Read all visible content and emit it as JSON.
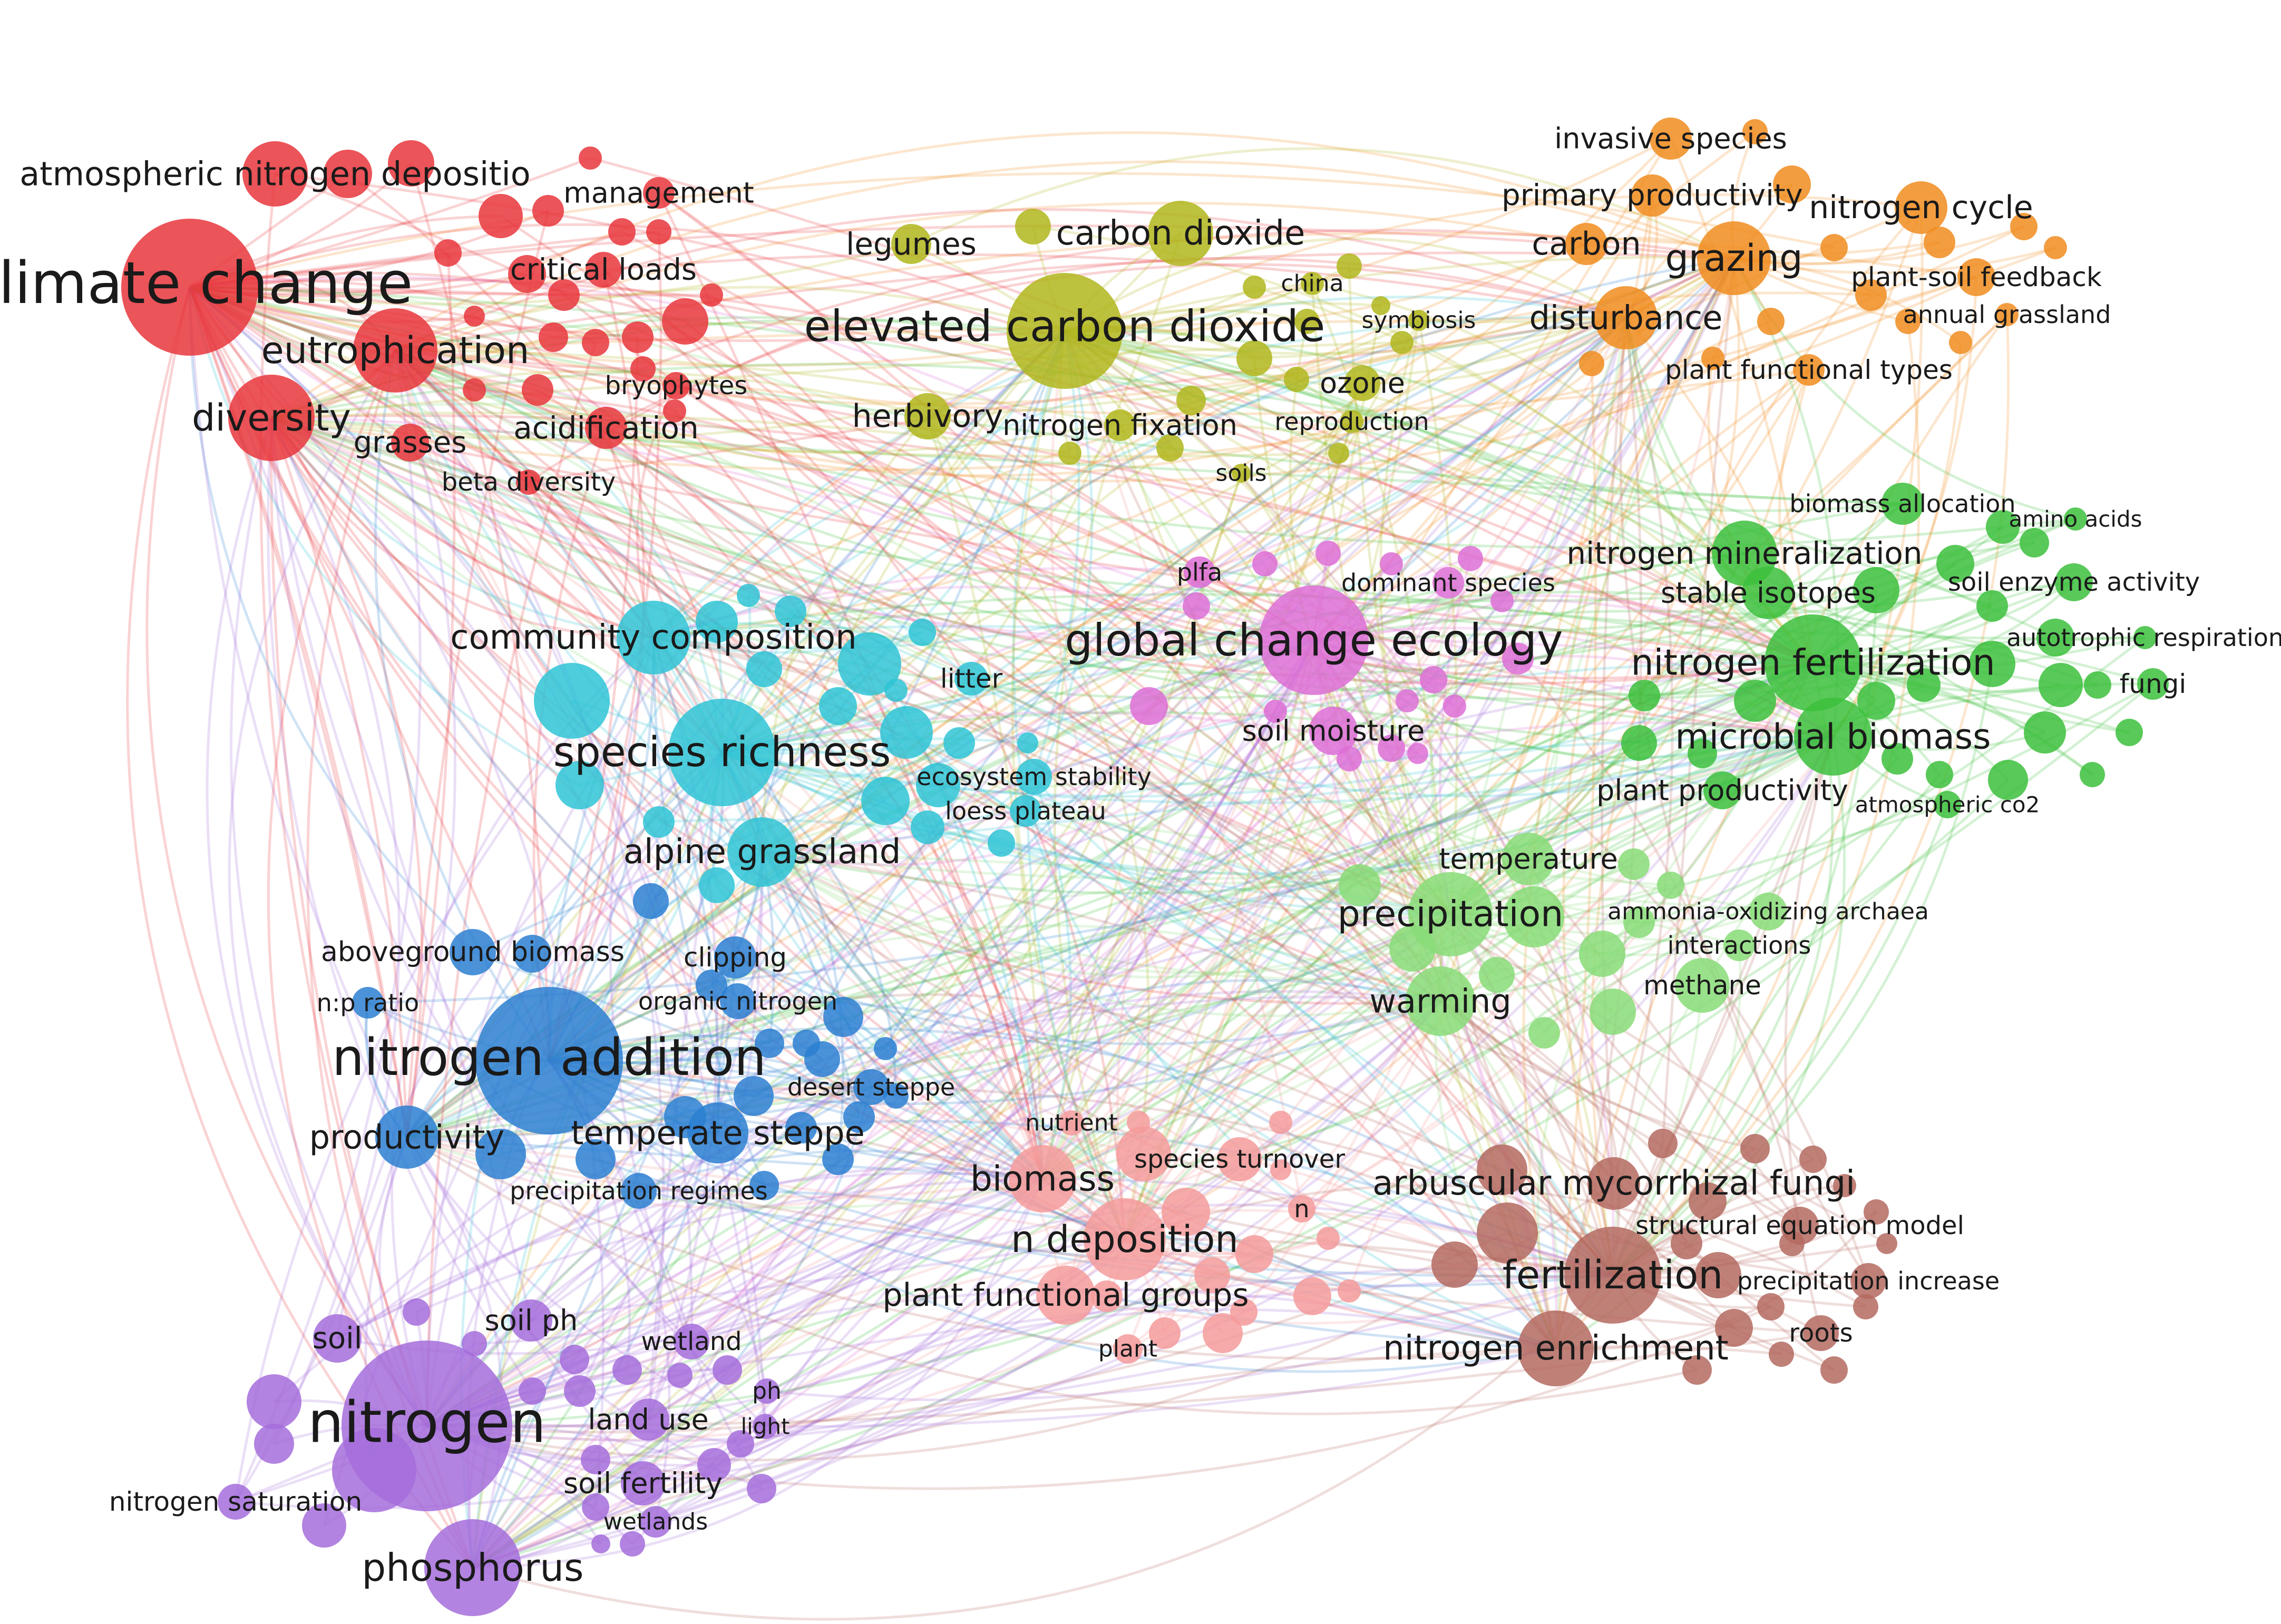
{
  "map": {
    "clusters": [
      {
        "name": "red",
        "color": "#e8363c"
      },
      {
        "name": "olive",
        "color": "#b0b61c"
      },
      {
        "name": "orange",
        "color": "#f08c1e"
      },
      {
        "name": "green",
        "color": "#3cbf3c"
      },
      {
        "name": "light-green",
        "color": "#88dc78"
      },
      {
        "name": "cyan",
        "color": "#2fc4d6"
      },
      {
        "name": "magenta",
        "color": "#dd6ed6"
      },
      {
        "name": "blue",
        "color": "#2b7fd1"
      },
      {
        "name": "salmon",
        "color": "#f59b9b"
      },
      {
        "name": "brown",
        "color": "#b46a60"
      },
      {
        "name": "purple",
        "color": "#a56ddb"
      }
    ],
    "keywords": [
      {
        "id": "climate-change",
        "label": "climate change",
        "cluster": "red"
      },
      {
        "id": "atmospheric-nitrogen-deposition",
        "label": "atmospheric nitrogen depositio",
        "cluster": "red"
      },
      {
        "id": "management",
        "label": "management",
        "cluster": "red"
      },
      {
        "id": "critical-loads",
        "label": "critical loads",
        "cluster": "red"
      },
      {
        "id": "eutrophication",
        "label": "eutrophication",
        "cluster": "red"
      },
      {
        "id": "bryophytes",
        "label": "bryophytes",
        "cluster": "red"
      },
      {
        "id": "diversity",
        "label": "diversity",
        "cluster": "red"
      },
      {
        "id": "grasses",
        "label": "grasses",
        "cluster": "red"
      },
      {
        "id": "acidification",
        "label": "acidification",
        "cluster": "red"
      },
      {
        "id": "beta-diversity",
        "label": "beta diversity",
        "cluster": "red"
      },
      {
        "id": "legumes",
        "label": "legumes",
        "cluster": "olive"
      },
      {
        "id": "carbon-dioxide",
        "label": "carbon dioxide",
        "cluster": "olive"
      },
      {
        "id": "elevated-carbon-dioxide",
        "label": "elevated carbon dioxide",
        "cluster": "olive"
      },
      {
        "id": "china",
        "label": "china",
        "cluster": "olive"
      },
      {
        "id": "symbiosis",
        "label": "symbiosis",
        "cluster": "olive"
      },
      {
        "id": "ozone",
        "label": "ozone",
        "cluster": "olive"
      },
      {
        "id": "herbivory",
        "label": "herbivory",
        "cluster": "olive"
      },
      {
        "id": "nitrogen-fixation",
        "label": "nitrogen fixation",
        "cluster": "olive"
      },
      {
        "id": "reproduction",
        "label": "reproduction",
        "cluster": "olive"
      },
      {
        "id": "soils",
        "label": "soils",
        "cluster": "olive"
      },
      {
        "id": "invasive-species",
        "label": "invasive species",
        "cluster": "orange"
      },
      {
        "id": "primary-productivity",
        "label": "primary productivity",
        "cluster": "orange"
      },
      {
        "id": "nitrogen-cycle",
        "label": "nitrogen cycle",
        "cluster": "orange"
      },
      {
        "id": "carbon",
        "label": "carbon",
        "cluster": "orange"
      },
      {
        "id": "grazing",
        "label": "grazing",
        "cluster": "orange"
      },
      {
        "id": "plant-soil-feedback",
        "label": "plant-soil feedback",
        "cluster": "orange"
      },
      {
        "id": "disturbance",
        "label": "disturbance",
        "cluster": "orange"
      },
      {
        "id": "annual-grassland",
        "label": "annual grassland",
        "cluster": "orange"
      },
      {
        "id": "plant-functional-types",
        "label": "plant functional types",
        "cluster": "orange"
      },
      {
        "id": "biomass-allocation",
        "label": "biomass allocation",
        "cluster": "green"
      },
      {
        "id": "amino-acids",
        "label": "amino acids",
        "cluster": "green"
      },
      {
        "id": "nitrogen-mineralization",
        "label": "nitrogen mineralization",
        "cluster": "green"
      },
      {
        "id": "stable-isotopes",
        "label": "stable isotopes",
        "cluster": "green"
      },
      {
        "id": "soil-enzyme-activity",
        "label": "soil enzyme activity",
        "cluster": "green"
      },
      {
        "id": "autotrophic-respiration",
        "label": "autotrophic respiration",
        "cluster": "green"
      },
      {
        "id": "nitrogen-fertilization",
        "label": "nitrogen fertilization",
        "cluster": "green"
      },
      {
        "id": "fungi",
        "label": "fungi",
        "cluster": "green"
      },
      {
        "id": "microbial-biomass",
        "label": "microbial biomass",
        "cluster": "green"
      },
      {
        "id": "plant-productivity",
        "label": "plant productivity",
        "cluster": "green"
      },
      {
        "id": "atmospheric-co2",
        "label": "atmospheric co2",
        "cluster": "green"
      },
      {
        "id": "temperature",
        "label": "temperature",
        "cluster": "light-green"
      },
      {
        "id": "precipitation",
        "label": "precipitation",
        "cluster": "light-green"
      },
      {
        "id": "ammonia-oxidizing-archaea",
        "label": "ammonia-oxidizing archaea",
        "cluster": "light-green"
      },
      {
        "id": "interactions",
        "label": "interactions",
        "cluster": "light-green"
      },
      {
        "id": "methane",
        "label": "methane",
        "cluster": "light-green"
      },
      {
        "id": "warming",
        "label": "warming",
        "cluster": "light-green"
      },
      {
        "id": "community-composition",
        "label": "community composition",
        "cluster": "cyan"
      },
      {
        "id": "litter",
        "label": "litter",
        "cluster": "cyan"
      },
      {
        "id": "species-richness",
        "label": "species richness",
        "cluster": "cyan"
      },
      {
        "id": "ecosystem-stability",
        "label": "ecosystem stability",
        "cluster": "cyan"
      },
      {
        "id": "loess-plateau",
        "label": "loess plateau",
        "cluster": "cyan"
      },
      {
        "id": "alpine-grassland",
        "label": "alpine grassland",
        "cluster": "cyan"
      },
      {
        "id": "plfa",
        "label": "plfa",
        "cluster": "magenta"
      },
      {
        "id": "dominant-species",
        "label": "dominant species",
        "cluster": "magenta"
      },
      {
        "id": "global-change-ecology",
        "label": "global change ecology",
        "cluster": "magenta"
      },
      {
        "id": "soil-moisture",
        "label": "soil moisture",
        "cluster": "magenta"
      },
      {
        "id": "aboveground-biomass",
        "label": "aboveground biomass",
        "cluster": "blue"
      },
      {
        "id": "clipping",
        "label": "clipping",
        "cluster": "blue"
      },
      {
        "id": "np-ratio",
        "label": "n:p ratio",
        "cluster": "blue"
      },
      {
        "id": "organic-nitrogen",
        "label": "organic nitrogen",
        "cluster": "blue"
      },
      {
        "id": "nitrogen-addition",
        "label": "nitrogen addition",
        "cluster": "blue"
      },
      {
        "id": "desert-steppe",
        "label": "desert steppe",
        "cluster": "blue"
      },
      {
        "id": "productivity",
        "label": "productivity",
        "cluster": "blue"
      },
      {
        "id": "temperate-steppe",
        "label": "temperate steppe",
        "cluster": "blue"
      },
      {
        "id": "precipitation-regimes",
        "label": "precipitation regimes",
        "cluster": "blue"
      },
      {
        "id": "nutrient",
        "label": "nutrient",
        "cluster": "salmon"
      },
      {
        "id": "species-turnover",
        "label": "species turnover",
        "cluster": "salmon"
      },
      {
        "id": "biomass",
        "label": "biomass",
        "cluster": "salmon"
      },
      {
        "id": "n",
        "label": "n",
        "cluster": "salmon"
      },
      {
        "id": "n-deposition",
        "label": "n deposition",
        "cluster": "salmon"
      },
      {
        "id": "plant-functional-groups",
        "label": "plant functional groups",
        "cluster": "salmon"
      },
      {
        "id": "plant",
        "label": "plant",
        "cluster": "salmon"
      },
      {
        "id": "arbuscular-mycorrhizal-fungi",
        "label": "arbuscular mycorrhizal fungi",
        "cluster": "brown"
      },
      {
        "id": "structural-equation-model",
        "label": "structural equation model",
        "cluster": "brown"
      },
      {
        "id": "fertilization",
        "label": "fertilization",
        "cluster": "brown"
      },
      {
        "id": "precipitation-increase",
        "label": "precipitation increase",
        "cluster": "brown"
      },
      {
        "id": "roots",
        "label": "roots",
        "cluster": "brown"
      },
      {
        "id": "nitrogen-enrichment",
        "label": "nitrogen enrichment",
        "cluster": "brown"
      },
      {
        "id": "soil",
        "label": "soil",
        "cluster": "purple"
      },
      {
        "id": "soil-ph",
        "label": "soil ph",
        "cluster": "purple"
      },
      {
        "id": "wetland",
        "label": "wetland",
        "cluster": "purple"
      },
      {
        "id": "ph",
        "label": "ph",
        "cluster": "purple"
      },
      {
        "id": "nitrogen",
        "label": "nitrogen",
        "cluster": "purple"
      },
      {
        "id": "land-use",
        "label": "land use",
        "cluster": "purple"
      },
      {
        "id": "light",
        "label": "light",
        "cluster": "purple"
      },
      {
        "id": "soil-fertility",
        "label": "soil fertility",
        "cluster": "purple"
      },
      {
        "id": "nitrogen-saturation",
        "label": "nitrogen saturation",
        "cluster": "purple"
      },
      {
        "id": "wetlands",
        "label": "wetlands",
        "cluster": "purple"
      },
      {
        "id": "phosphorus",
        "label": "phosphorus",
        "cluster": "purple"
      }
    ]
  }
}
